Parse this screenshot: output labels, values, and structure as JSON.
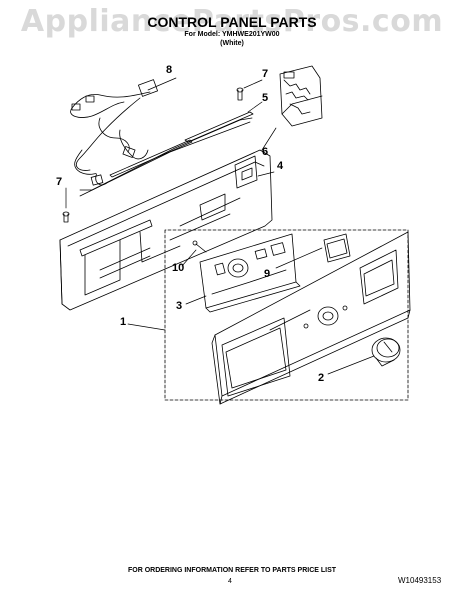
{
  "watermark": "AppliancePartsPros.com",
  "header": {
    "title": "CONTROL PANEL PARTS",
    "model_line": "For Model: YMHWE201YW00",
    "color_line": "(White)"
  },
  "callouts": {
    "c1": "1",
    "c2": "2",
    "c3": "3",
    "c4": "4",
    "c5": "5",
    "c6": "6",
    "c7a": "7",
    "c7b": "7",
    "c8": "8",
    "c9": "9",
    "c10": "10"
  },
  "footer": {
    "ordering_note": "FOR ORDERING INFORMATION REFER TO PARTS PRICE LIST",
    "page_number": "4",
    "document_number": "W10493153"
  }
}
